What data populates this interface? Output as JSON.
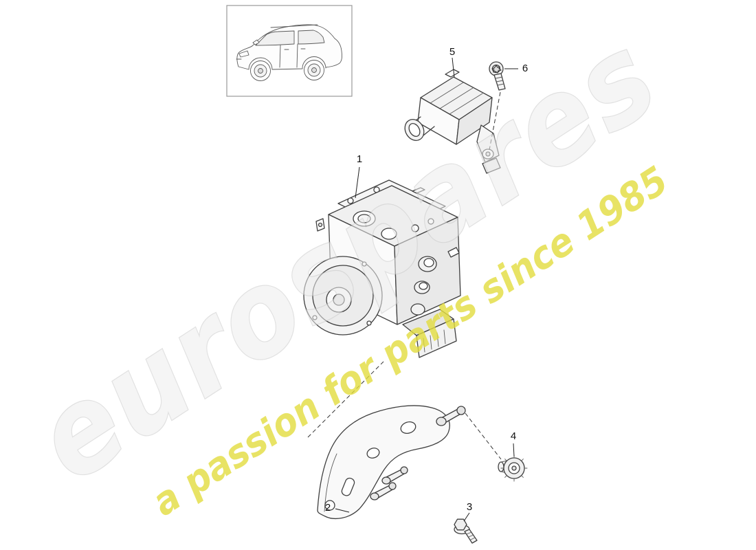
{
  "watermark": {
    "brand": "eurospares",
    "tagline": "a passion for parts since 1985",
    "brand_fill": "#ededed",
    "tagline_fill": "#e3dd3f"
  },
  "callouts": [
    {
      "label": "1"
    },
    {
      "label": "2"
    },
    {
      "label": "3"
    },
    {
      "label": "4"
    },
    {
      "label": "5"
    },
    {
      "label": "6"
    }
  ]
}
